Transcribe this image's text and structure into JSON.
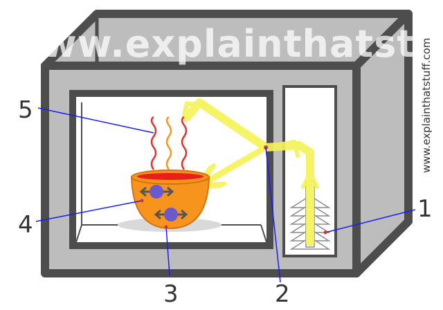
{
  "watermark": "www.explainthatstuff.com",
  "side_watermark": "www.explainthatstuff.com",
  "colors": {
    "case_fill": "#bdbdbd",
    "outline": "#4d4d4d",
    "cavity": "#ffffff",
    "beam": "#f5f25a",
    "bowl": "#f7941d",
    "molecule": "#6a5acd",
    "callout_line": "#1a1aff"
  },
  "labels": {
    "one": "1",
    "two": "2",
    "three": "3",
    "four": "4",
    "five": "5"
  }
}
